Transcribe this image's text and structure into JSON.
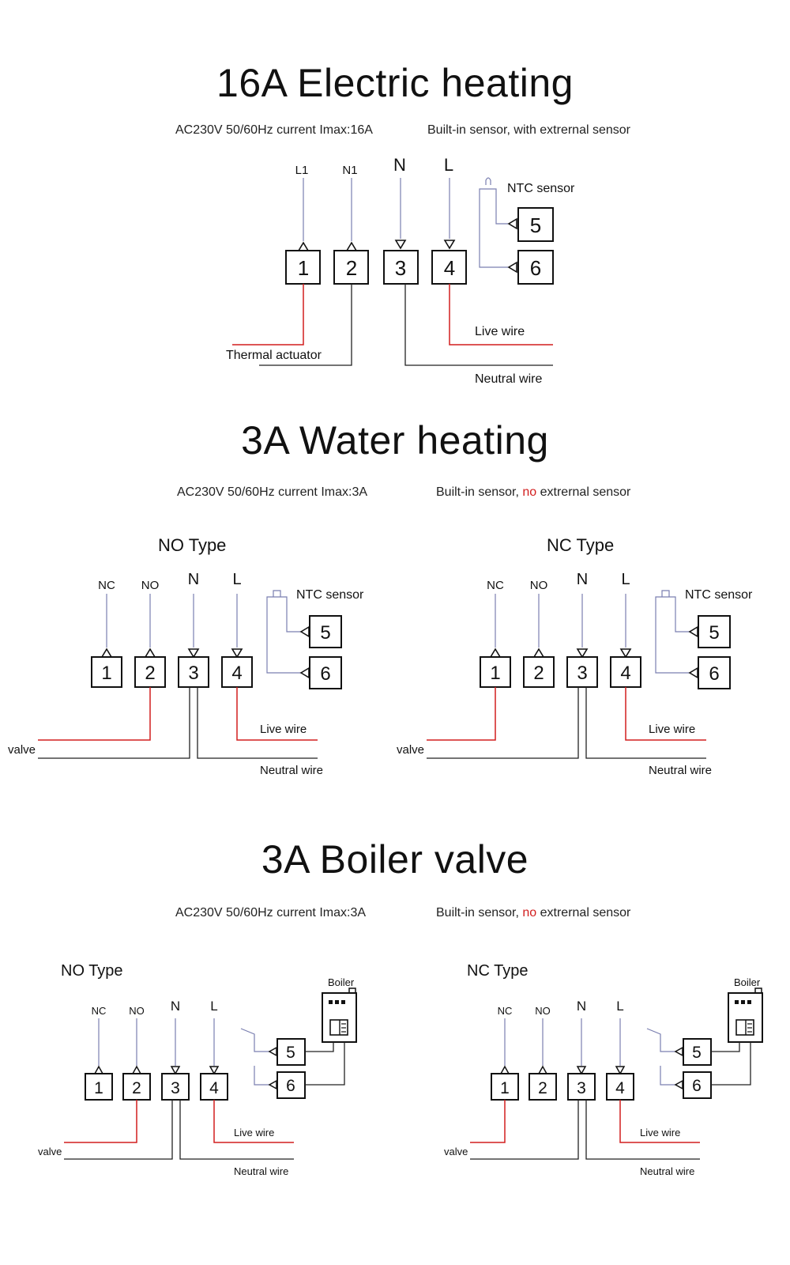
{
  "section1": {
    "title": "16A Electric heating",
    "spec_left": "AC230V 50/60Hz  current Imax:16A",
    "spec_right": "Built-in sensor, with extrernal sensor",
    "terminals": [
      "1",
      "2",
      "3",
      "4",
      "5",
      "6"
    ],
    "top_labels": [
      "L1",
      "N1",
      "N",
      "L"
    ],
    "ntc": "NTC sensor",
    "thermal_actuator": "Thermal actuator",
    "live_wire": "Live wire",
    "neutral_wire": "Neutral wire"
  },
  "section2": {
    "title": "3A Water heating",
    "spec_left": "AC230V 50/60Hz  current Imax:3A",
    "spec_right_a": "Built-in sensor, ",
    "spec_right_no": "no",
    "spec_right_b": " extrernal sensor",
    "panels": [
      {
        "type": "NO Type",
        "top_labels": [
          "NC",
          "NO",
          "N",
          "L"
        ],
        "ntc": "NTC sensor",
        "valve": "valve",
        "live_wire": "Live wire",
        "neutral_wire": "Neutral wire",
        "terminals": [
          "1",
          "2",
          "3",
          "4",
          "5",
          "6"
        ]
      },
      {
        "type": "NC Type",
        "top_labels": [
          "NC",
          "NO",
          "N",
          "L"
        ],
        "ntc": "NTC sensor",
        "valve": "valve",
        "live_wire": "Live wire",
        "neutral_wire": "Neutral wire",
        "terminals": [
          "1",
          "2",
          "3",
          "4",
          "5",
          "6"
        ]
      }
    ]
  },
  "section3": {
    "title": "3A Boiler valve",
    "spec_left": "AC230V 50/60Hz  current Imax:3A",
    "spec_right_a": "Built-in sensor, ",
    "spec_right_no": "no",
    "spec_right_b": " extrernal sensor",
    "panels": [
      {
        "type": "NO Type",
        "top_labels": [
          "NC",
          "NO",
          "N",
          "L"
        ],
        "boiler": "Boiler",
        "valve": "valve",
        "live_wire": "Live wire",
        "neutral_wire": "Neutral wire",
        "terminals": [
          "1",
          "2",
          "3",
          "4",
          "5",
          "6"
        ]
      },
      {
        "type": "NC Type",
        "top_labels": [
          "NC",
          "NO",
          "N",
          "L"
        ],
        "boiler": "Boiler",
        "valve": "valve",
        "live_wire": "Live wire",
        "neutral_wire": "Neutral wire",
        "terminals": [
          "1",
          "2",
          "3",
          "4",
          "5",
          "6"
        ]
      }
    ]
  },
  "colors": {
    "live": "#d21e1e",
    "signal": "#7a7fb0",
    "wire": "#222222"
  }
}
